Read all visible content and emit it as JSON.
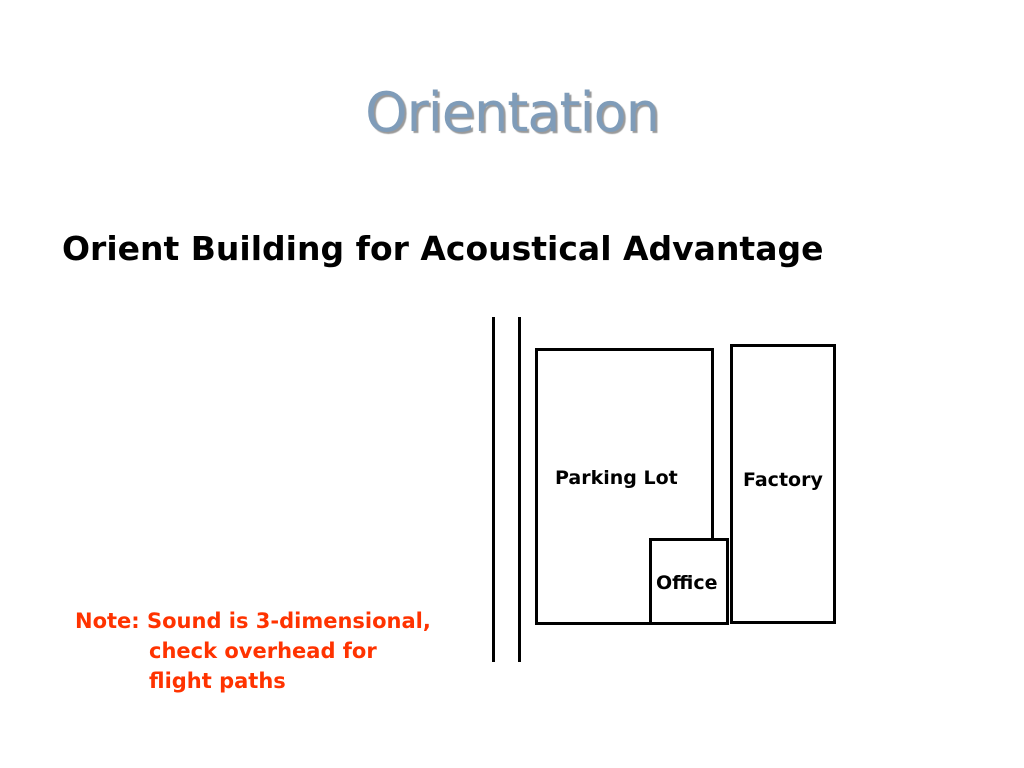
{
  "slide": {
    "title": "Orientation",
    "heading": "Orient Building for Acoustical Advantage"
  },
  "diagram": {
    "parking_lot_label": "Parking Lot",
    "factory_label": "Factory",
    "office_label": "Office"
  },
  "note": {
    "line1": "Note: Sound is 3-dimensional,",
    "line2": "check overhead for",
    "line3": "flight paths"
  },
  "colors": {
    "title": "#7f9cb9",
    "note": "#ff3300",
    "text": "#000000"
  }
}
